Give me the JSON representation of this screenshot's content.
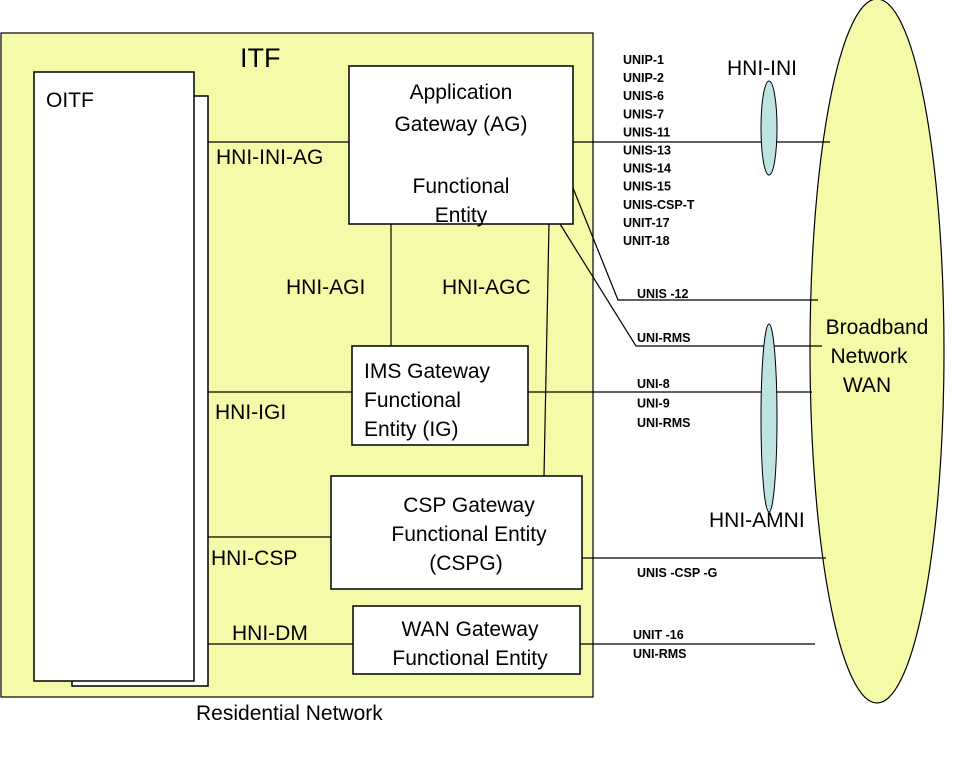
{
  "colors": {
    "itf_fill": "#F5FAA8",
    "wan_fill": "#F5FAA8",
    "reference_point_fill": "#BDE3E3",
    "stroke": "#000000",
    "box_fill": "#FFFFFF"
  },
  "itf": {
    "title": "ITF"
  },
  "residential_network": {
    "label": "Residential Network"
  },
  "oitf": {
    "label": "OITF"
  },
  "ag": {
    "line1": "Application",
    "line2": "Gateway (AG)",
    "line3": "Functional",
    "line4": "Entity"
  },
  "ig": {
    "line1": "IMS Gateway",
    "line2": "Functional",
    "line3": "Entity (IG)"
  },
  "cspg": {
    "line1": "CSP Gateway",
    "line2": "Functional Entity",
    "line3": "(CSPG)"
  },
  "wang": {
    "line1": "WAN Gateway",
    "line2": "Functional Entity"
  },
  "wan": {
    "line1": "Broadband",
    "line2": "Network",
    "line3": "WAN"
  },
  "interfaces": {
    "hni_ini_ag": "HNI-INI-AG",
    "hni_agi": "HNI-AGI",
    "hni_agc": "HNI-AGC",
    "hni_igi": "HNI-IGI",
    "hni_csp": "HNI-CSP",
    "hni_dm": "HNI-DM",
    "hni_ini": "HNI-INI",
    "hni_amni": "HNI-AMNI"
  },
  "ag_wan_interfaces": [
    "UNIP-1",
    "UNIP-2",
    "UNIS-6",
    "UNIS-7",
    "UNIS-11",
    "UNIS-13",
    "UNIS-14",
    "UNIS-15",
    "UNIS-CSP-T",
    "UNIT-17",
    "UNIT-18"
  ],
  "unis_12": "UNIS -12",
  "uni_rms_ag": "UNI-RMS",
  "ig_wan_interfaces": [
    "UNI-8",
    "UNI-9",
    "UNI-RMS"
  ],
  "unis_csp_g": "UNIS -CSP -G",
  "wang_wan_interfaces": [
    "UNIT -16",
    "UNI-RMS"
  ]
}
